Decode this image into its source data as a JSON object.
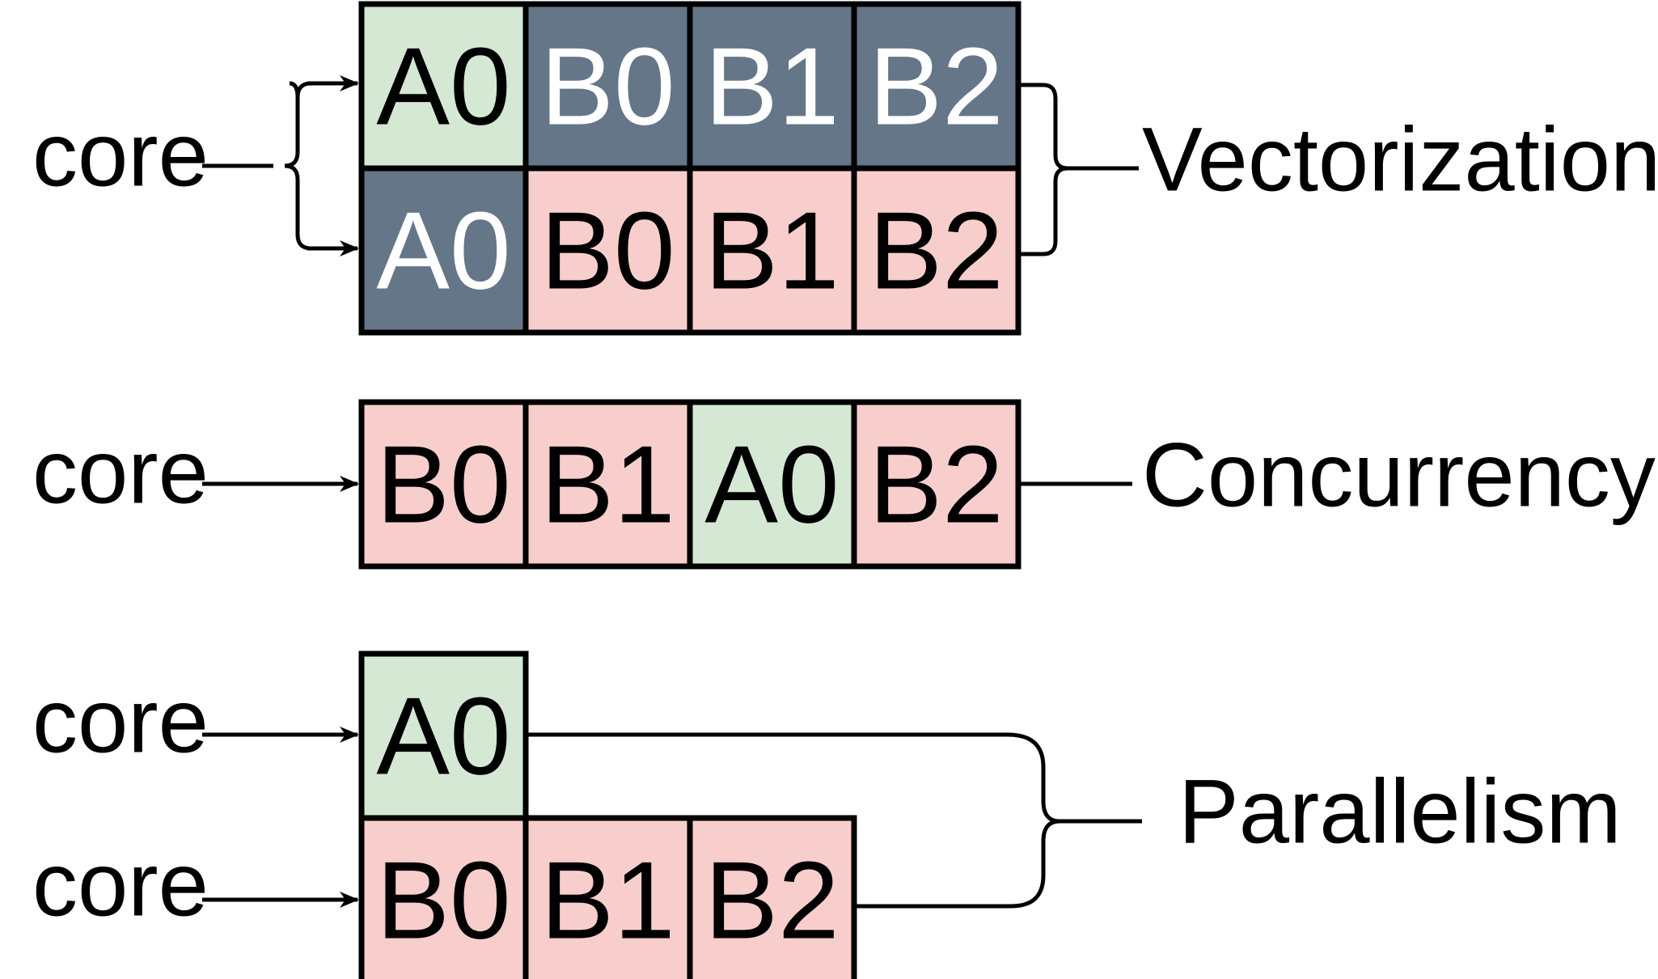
{
  "colors": {
    "green": "#d5e8d4",
    "pink": "#f8cecc",
    "slate": "#647687",
    "stroke": "#000000",
    "text_dark": "#000000",
    "text_light": "#ffffff"
  },
  "sections": {
    "vectorization": {
      "label": "Vectorization",
      "core_label": "core",
      "rows": [
        [
          {
            "text": "A0",
            "fill": "green"
          },
          {
            "text": "B0",
            "fill": "slate"
          },
          {
            "text": "B1",
            "fill": "slate"
          },
          {
            "text": "B2",
            "fill": "slate"
          }
        ],
        [
          {
            "text": "A0",
            "fill": "slate"
          },
          {
            "text": "B0",
            "fill": "pink"
          },
          {
            "text": "B1",
            "fill": "pink"
          },
          {
            "text": "B2",
            "fill": "pink"
          }
        ]
      ]
    },
    "concurrency": {
      "label": "Concurrency",
      "core_label": "core",
      "rows": [
        [
          {
            "text": "B0",
            "fill": "pink"
          },
          {
            "text": "B1",
            "fill": "pink"
          },
          {
            "text": "A0",
            "fill": "green"
          },
          {
            "text": "B2",
            "fill": "pink"
          }
        ]
      ]
    },
    "parallelism": {
      "label": "Parallelism",
      "core_labels": [
        "core",
        "core"
      ],
      "rows": [
        [
          {
            "text": "A0",
            "fill": "green"
          }
        ],
        [
          {
            "text": "B0",
            "fill": "pink"
          },
          {
            "text": "B1",
            "fill": "pink"
          },
          {
            "text": "B2",
            "fill": "pink"
          }
        ]
      ]
    }
  }
}
